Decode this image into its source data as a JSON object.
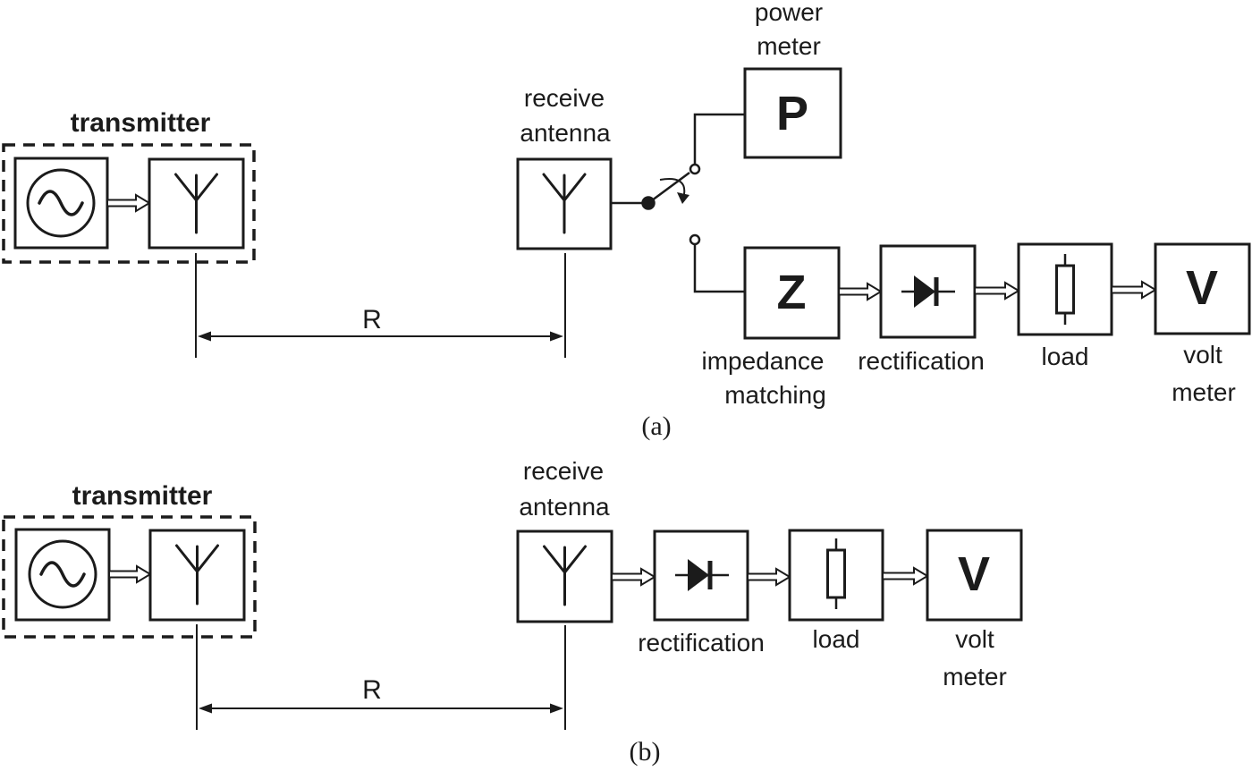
{
  "colors": {
    "ink": "#1b1b1b",
    "background": "#ffffff"
  },
  "panel_a": {
    "tag": "(a)",
    "transmitter_label": "transmitter",
    "receive_antenna_line1": "receive",
    "receive_antenna_line2": "antenna",
    "distance_label": "R",
    "power_meter_line1": "power",
    "power_meter_line2": "meter",
    "power_meter_symbol": "P",
    "impedance_symbol": "Z",
    "impedance_line1": "impedance",
    "impedance_line2": "matching",
    "rectification_label": "rectification",
    "load_label": "load",
    "volt_meter_line1": "volt",
    "volt_meter_line2": "meter",
    "volt_meter_symbol": "V"
  },
  "panel_b": {
    "tag": "(b)",
    "transmitter_label": "transmitter",
    "receive_antenna_line1": "receive",
    "receive_antenna_line2": "antenna",
    "distance_label": "R",
    "rectification_label": "rectification",
    "load_label": "load",
    "volt_meter_line1": "volt",
    "volt_meter_line2": "meter",
    "volt_meter_symbol": "V"
  }
}
